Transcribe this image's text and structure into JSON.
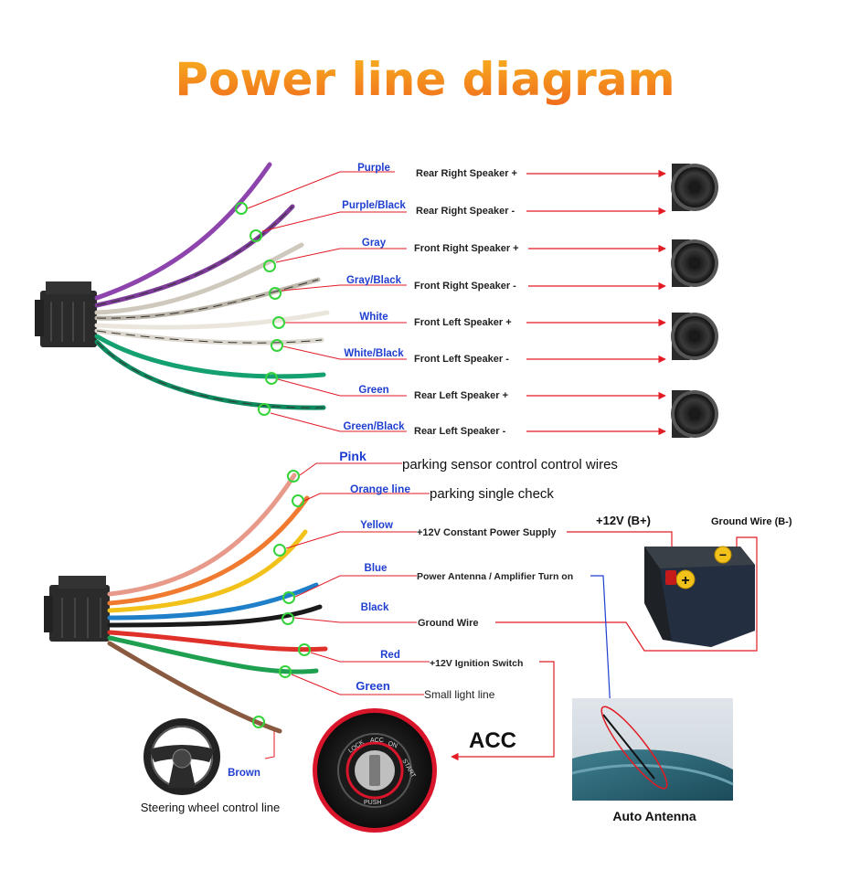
{
  "title": "Power line diagram",
  "colors": {
    "title_gradient_start": "#f7b21f",
    "title_gradient_end": "#f06b1c",
    "label_blue": "#1f3fd0",
    "red_line": "#e21b24",
    "highlight_green": "#35d43a"
  },
  "speaker_harness": {
    "wires": [
      {
        "color_name": "Purple",
        "function": "Rear Right Speaker +",
        "hex": "#8e44ad"
      },
      {
        "color_name": "Purple/Black",
        "function": "Rear Right Speaker -",
        "hex": "#7d3c98"
      },
      {
        "color_name": "Gray",
        "function": "Front Right Speaker +",
        "hex": "#cfc8bd"
      },
      {
        "color_name": "Gray/Black",
        "function": "Front Right Speaker -",
        "hex": "#bdb6aa"
      },
      {
        "color_name": "White",
        "function": "Front Left Speaker +",
        "hex": "#eae6dc"
      },
      {
        "color_name": "White/Black",
        "function": "Front Left Speaker -",
        "hex": "#dcd7cc"
      },
      {
        "color_name": "Green",
        "function": "Rear Left Speaker +",
        "hex": "#15a070"
      },
      {
        "color_name": "Green/Black",
        "function": "Rear Left Speaker -",
        "hex": "#0e8a5e"
      }
    ],
    "speaker_icon": "speaker-icon"
  },
  "power_harness": {
    "wires": [
      {
        "color_name": "Pink",
        "function": "parking sensor control control wires",
        "hex": "#e89a8a"
      },
      {
        "color_name": "Orange line",
        "function": "parking single check",
        "hex": "#f07a30"
      },
      {
        "color_name": "Yellow",
        "function": "+12V Constant Power Supply",
        "hex": "#f2c21b"
      },
      {
        "color_name": "Blue",
        "function": "Power Antenna / Amplifier Turn on",
        "hex": "#1f7fc8"
      },
      {
        "color_name": "Black",
        "function": "Ground Wire",
        "hex": "#1a1a1a"
      },
      {
        "color_name": "Red",
        "function": "+12V  Ignition Switch",
        "hex": "#e0302a"
      },
      {
        "color_name": "Green",
        "function": "Small light line",
        "hex": "#1ea050"
      },
      {
        "color_name": "Brown",
        "function": "Steering wheel control line",
        "hex": "#8a5a40"
      }
    ]
  },
  "battery": {
    "positive_label": "+12V  (B+)",
    "ground_label": "Ground Wire (B-)",
    "plus_symbol": "+",
    "minus_symbol": "−"
  },
  "acc_label": "ACC",
  "ignition": {
    "ring_text": [
      "LOCK",
      "ACC",
      "ON",
      "START",
      "PUSH"
    ]
  },
  "antenna_label": "Auto Antenna",
  "steering_label": "Steering wheel control line"
}
